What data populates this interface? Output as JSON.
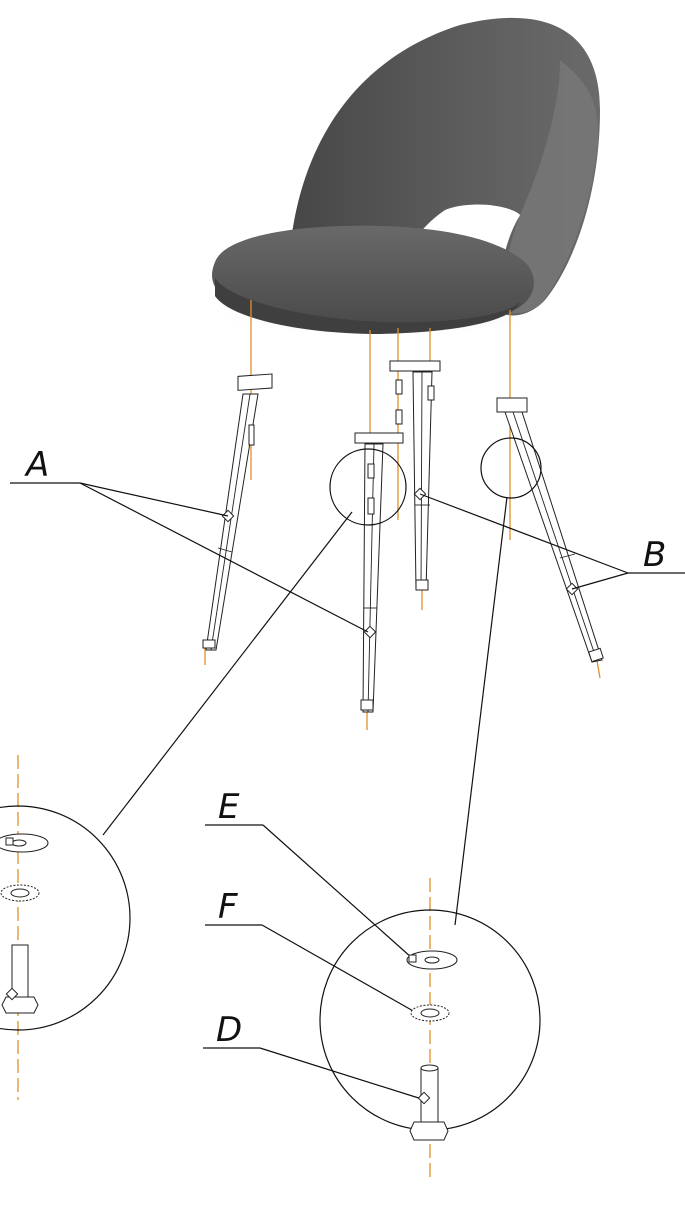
{
  "callouts": {
    "a": "A",
    "b": "B",
    "d": "D",
    "e": "E",
    "f": "F"
  },
  "colors": {
    "upholstery": "#5b5b5b",
    "upholstery_shadow": "#3e3e3e",
    "axis_lines": "#e0902a",
    "line_work": "#111111"
  }
}
